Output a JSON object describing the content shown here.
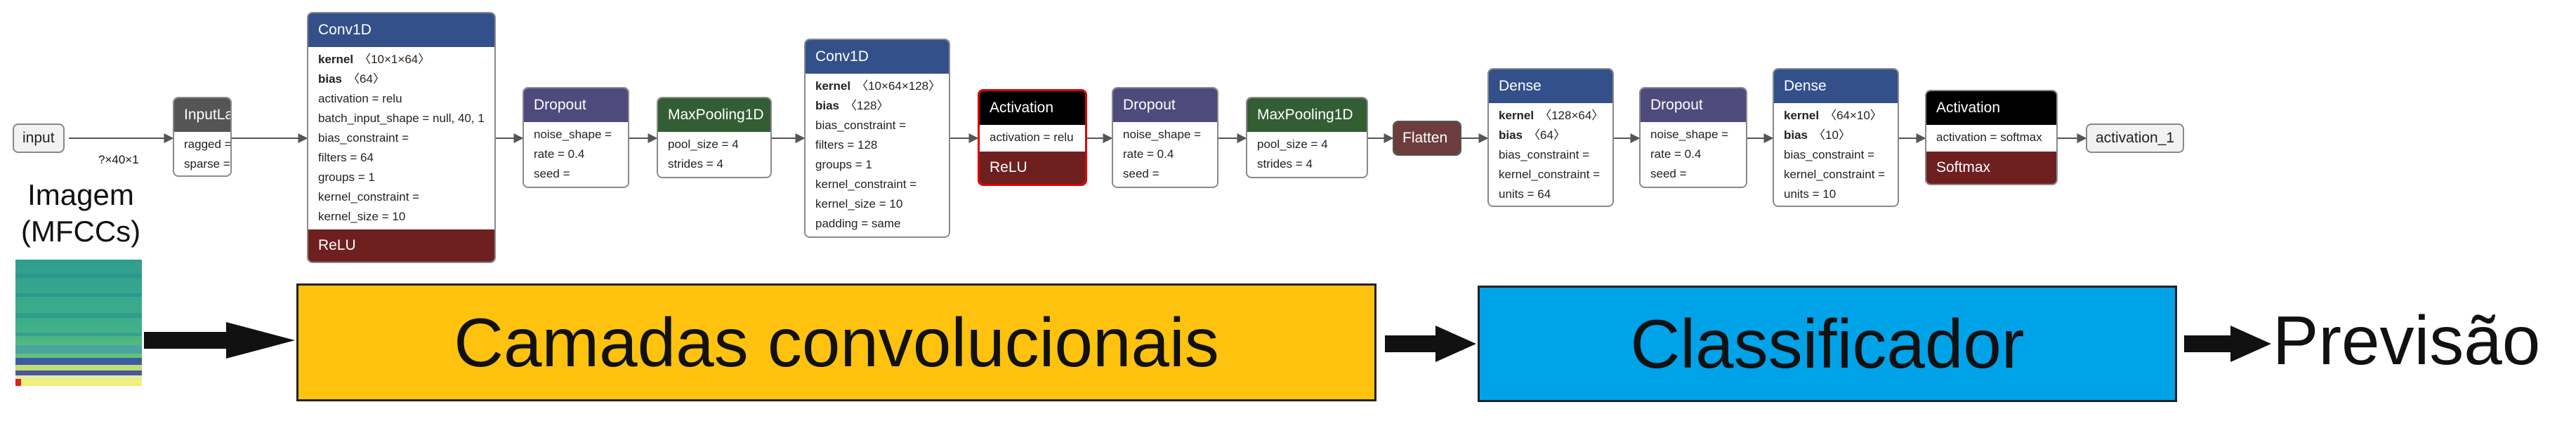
{
  "colors": {
    "conv": "#33508a",
    "pool": "#335d33",
    "dropout": "#4f4a7c",
    "dense": "#33508a",
    "activation": "#000000",
    "activation_fn": "#6e2020",
    "flatten": "#6d3d3d",
    "inputlayer": "#555555",
    "selected": "#e00000",
    "conv_block": "#ffc20e",
    "classifier_block": "#00a2e8"
  },
  "graph": {
    "input": {
      "label": "input",
      "shape": "?×40×1"
    },
    "inputlayer": {
      "title": "InputLayer",
      "attrs": [
        "ragged = false",
        "sparse = false"
      ]
    },
    "conv1": {
      "title": "Conv1D",
      "weights": [
        {
          "name": "kernel",
          "dims": "〈10×1×64〉"
        },
        {
          "name": "bias",
          "dims": "〈64〉"
        }
      ],
      "attrs": [
        "activation = relu",
        "batch_input_shape = null, 40, 1",
        "bias_constraint =",
        "filters = 64",
        "groups = 1",
        "kernel_constraint =",
        "kernel_size = 10"
      ],
      "footer": "ReLU"
    },
    "dropout1": {
      "title": "Dropout",
      "attrs": [
        "noise_shape =",
        "rate = 0.4",
        "seed ="
      ]
    },
    "pool1": {
      "title": "MaxPooling1D",
      "attrs": [
        "pool_size = 4",
        "strides = 4"
      ]
    },
    "conv2": {
      "title": "Conv1D",
      "weights": [
        {
          "name": "kernel",
          "dims": "〈10×64×128〉"
        },
        {
          "name": "bias",
          "dims": "〈128〉"
        }
      ],
      "attrs": [
        "bias_constraint =",
        "filters = 128",
        "groups = 1",
        "kernel_constraint =",
        "kernel_size = 10",
        "padding = same"
      ]
    },
    "act1": {
      "title": "Activation",
      "attrs": [
        "activation = relu"
      ],
      "footer": "ReLU"
    },
    "dropout2": {
      "title": "Dropout",
      "attrs": [
        "noise_shape =",
        "rate = 0.4",
        "seed ="
      ]
    },
    "pool2": {
      "title": "MaxPooling1D",
      "attrs": [
        "pool_size = 4",
        "strides = 4"
      ]
    },
    "flatten": {
      "title": "Flatten"
    },
    "dense1": {
      "title": "Dense",
      "weights": [
        {
          "name": "kernel",
          "dims": "〈128×64〉"
        },
        {
          "name": "bias",
          "dims": "〈64〉"
        }
      ],
      "attrs": [
        "bias_constraint =",
        "kernel_constraint =",
        "units = 64"
      ]
    },
    "dropout3": {
      "title": "Dropout",
      "attrs": [
        "noise_shape =",
        "rate = 0.4",
        "seed ="
      ]
    },
    "dense2": {
      "title": "Dense",
      "weights": [
        {
          "name": "kernel",
          "dims": "〈64×10〉"
        },
        {
          "name": "bias",
          "dims": "〈10〉"
        }
      ],
      "attrs": [
        "bias_constraint =",
        "kernel_constraint =",
        "units = 10"
      ]
    },
    "act2": {
      "title": "Activation",
      "attrs": [
        "activation = softmax"
      ],
      "footer": "Softmax"
    },
    "output": {
      "label": "activation_1"
    }
  },
  "pipeline": {
    "input_label": "Imagem\n(MFCCs)",
    "conv_block": "Camadas convolucionais",
    "classifier_block": "Classificador",
    "output_label": "Previsão"
  }
}
